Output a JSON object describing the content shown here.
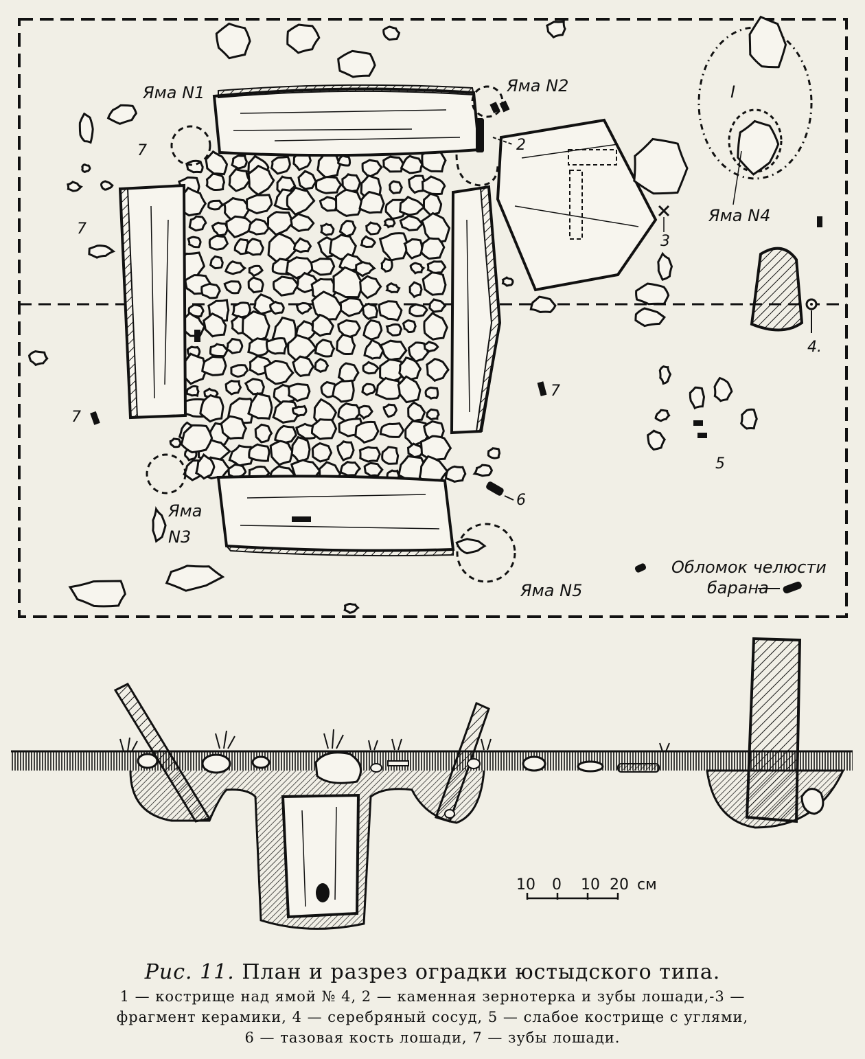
{
  "plan": {
    "labels": {
      "pit1": "Яма N1",
      "pit2": "Яма N2",
      "pit3_a": "Яма",
      "pit3_b": "N3",
      "pit4": "Яма N4",
      "pit5": "Яма N5",
      "roman_one": "I",
      "jaw_a": "Обломок челюсти",
      "jaw_b": "барана"
    },
    "markers": {
      "m2": "2",
      "m3": "3",
      "m4": "4.",
      "m5": "5",
      "m6": "6",
      "m7": "7"
    }
  },
  "scale_bar": {
    "t10a": "10",
    "t0": "0",
    "t10b": "10",
    "t20": "20",
    "unit": "см"
  },
  "caption": {
    "fig_label": "Рис. 11.",
    "title": "План и разрез оградки юстыдского типа.",
    "legend_line1": "1 — кострище над ямой № 4, 2 — каменная зернотерка и зубы лошади,-3 —",
    "legend_line2": "фрагмент керамики, 4 — серебряный сосуд, 5 — слабое кострище с углями,",
    "legend_line3": "6 — тазовая кость лошади, 7 — зубы лошади."
  }
}
